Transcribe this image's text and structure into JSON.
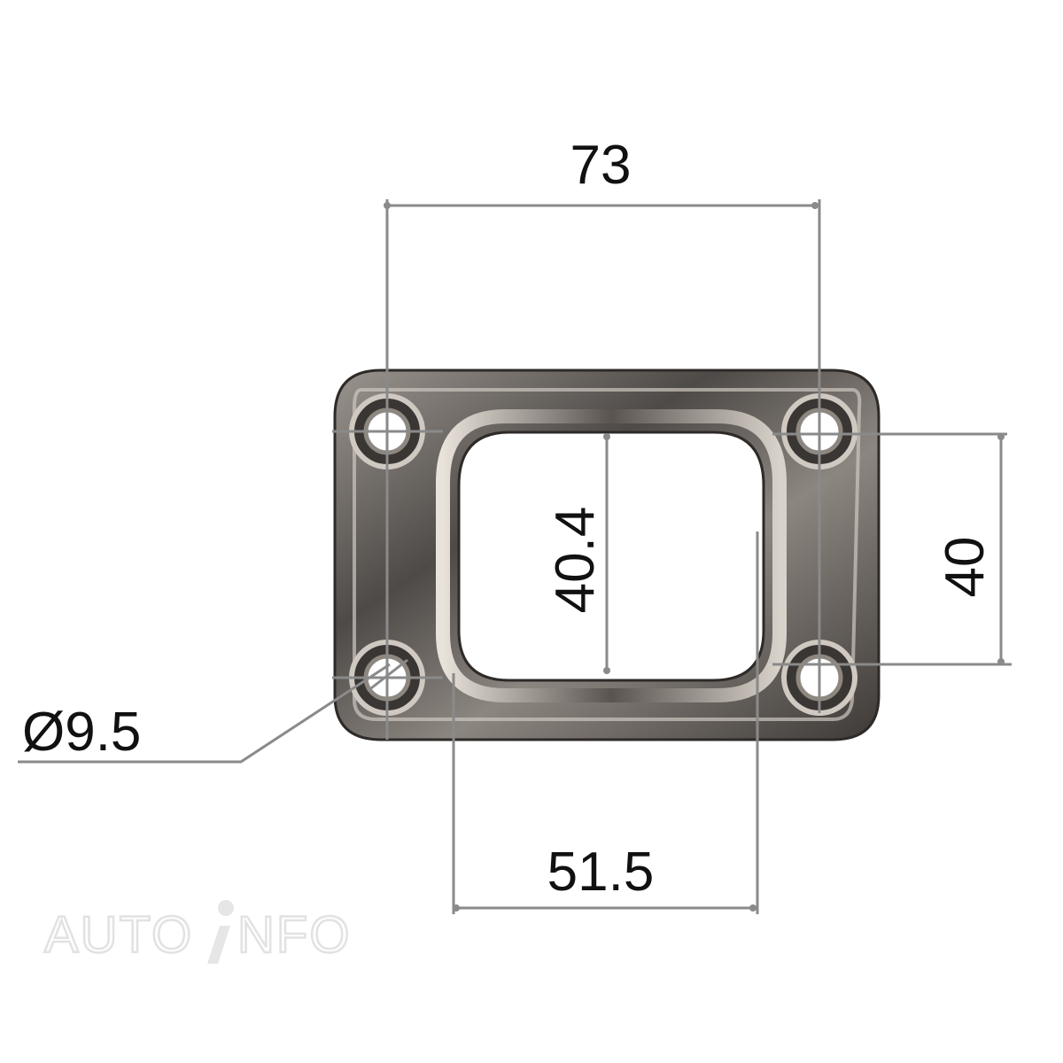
{
  "dimensions": {
    "hole_spacing_width": "73",
    "hole_spacing_height": "40",
    "opening_height": "40.4",
    "opening_width": "51.5",
    "hole_diameter": "Ø9.5"
  },
  "watermark": "AUTOINFO",
  "colors": {
    "dimension_line": "#8a8a8a",
    "gasket_metal": "#6e6a66",
    "text": "#111111"
  }
}
